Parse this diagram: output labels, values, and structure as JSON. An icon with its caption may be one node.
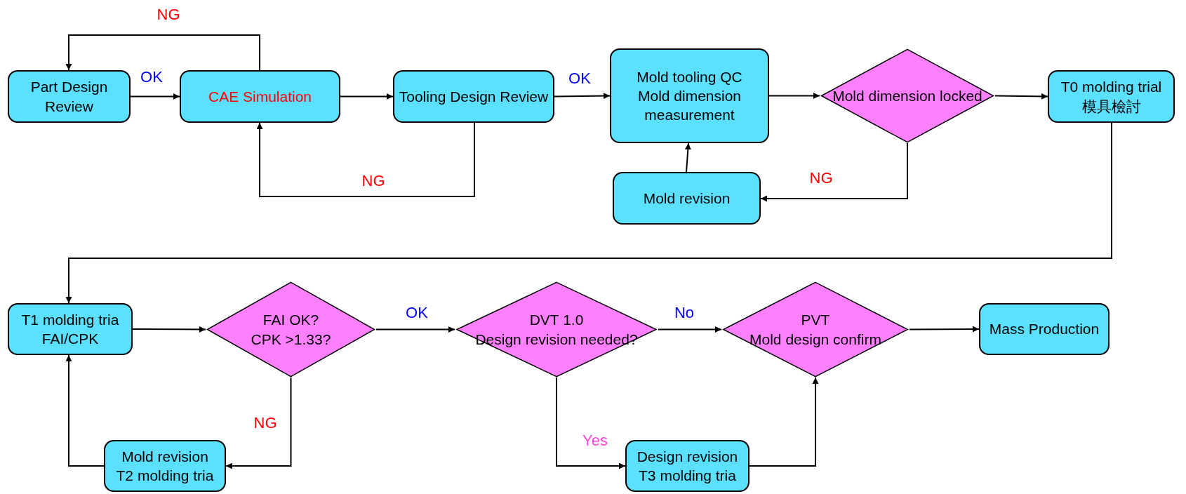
{
  "diagram": {
    "nodes": [
      {
        "text": [
          "Part Design Review"
        ]
      },
      {
        "text": [
          "CAE Simulation"
        ]
      },
      {
        "text": [
          "Tooling Design Review"
        ]
      },
      {
        "text": [
          "Mold tooling QC",
          "Mold dimension measurement"
        ]
      },
      {
        "text": [
          "Mold dimension locked"
        ]
      },
      {
        "text": [
          "T0 molding trial",
          "模具檢討"
        ]
      },
      {
        "text": [
          "Mold revision"
        ]
      },
      {
        "text": [
          "T1 molding tria",
          "FAI/CPK"
        ]
      },
      {
        "text": [
          "FAI  OK?",
          "CPK >1.33?"
        ]
      },
      {
        "text": [
          "DVT 1.0",
          "Design revision needed?"
        ]
      },
      {
        "text": [
          "PVT",
          "Mold design confirm"
        ]
      },
      {
        "text": [
          "Mass Production"
        ]
      },
      {
        "text": [
          "Mold revision",
          "T2 molding tria"
        ]
      },
      {
        "text": [
          "Design revision",
          "T3 molding tria"
        ]
      }
    ],
    "edges": [
      {
        "from": 0,
        "to": 1,
        "arrow": "to",
        "label": "OK"
      },
      {
        "from": 1,
        "to": 0,
        "arrow": "to",
        "label": "NG"
      },
      {
        "from": 1,
        "to": 2,
        "arrow": "to"
      },
      {
        "from": 2,
        "to": 1,
        "arrow": "to",
        "label": "NG"
      },
      {
        "from": 2,
        "to": 3,
        "arrow": "to",
        "label": "OK"
      },
      {
        "from": 3,
        "to": 4,
        "arrow": "to"
      },
      {
        "from": 4,
        "to": 5,
        "arrow": "to"
      },
      {
        "from": 4,
        "to": 6,
        "arrow": "to",
        "label": "NG"
      },
      {
        "from": 6,
        "to": 3,
        "arrow": "to"
      },
      {
        "from": 5,
        "to": 7,
        "arrow": "to"
      },
      {
        "from": 7,
        "to": 8,
        "arrow": "to"
      },
      {
        "from": 8,
        "to": 12,
        "arrow": "to",
        "label": "NG"
      },
      {
        "from": 12,
        "to": 7,
        "arrow": "to"
      },
      {
        "from": 8,
        "to": 9,
        "arrow": "to",
        "label": "OK"
      },
      {
        "from": 9,
        "to": 10,
        "arrow": "to",
        "label": "No"
      },
      {
        "from": 9,
        "to": 13,
        "arrow": "to",
        "label": "Yes"
      },
      {
        "from": 13,
        "to": 10,
        "arrow": "to"
      },
      {
        "from": 10,
        "to": 11,
        "arrow": "to"
      }
    ]
  }
}
